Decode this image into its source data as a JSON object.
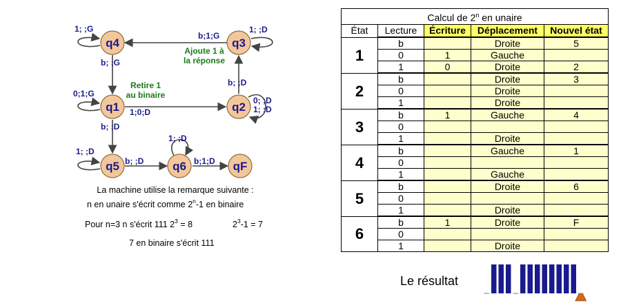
{
  "diagram": {
    "states": [
      "q4",
      "q3",
      "q1",
      "q2",
      "q5",
      "q6",
      "qF"
    ],
    "edges": {
      "q4_self": "1; ;G",
      "q3_self": "1; ;D",
      "q3_to_q4": "b;1;G",
      "q4_to_q1": "b; ;G",
      "q1_self": "0;1;G",
      "q1_to_q2": "1;0;D",
      "q2_self_line1": "0; ;D",
      "q2_self_line2": "1; ;D",
      "q2_to_q3": "b; ;D",
      "q1_to_q5": "b; ;D",
      "q5_self": "1; ;D",
      "q5_to_q6": "b; ;D",
      "q6_self": "1; ;D",
      "q6_to_qF": "b;1;D"
    },
    "notes": {
      "add_line1": "Ajoute 1 à",
      "add_line2": "la réponse",
      "sub_line1": "Retire 1",
      "sub_line2": "au binaire"
    },
    "explanation": {
      "line1": "La machine utilise la remarque suivante :",
      "line2_pre": "n en unaire s'écrit comme 2",
      "line2_sup": "n",
      "line2_post": "-1 en binaire",
      "line3_a": "Pour n=3   n s'écrit 111   2",
      "line3_sup1": "3",
      "line3_b": " = 8",
      "line3_c": "2",
      "line3_sup2": "3",
      "line3_d": "-1 = 7",
      "line4": "7 en binaire s'écrit   111"
    }
  },
  "table": {
    "title_pre": "Calcul de 2",
    "title_sup": "n",
    "title_post": " en unaire",
    "headers": [
      "État",
      "Lecture",
      "Écriture",
      "Déplacement",
      "Nouvel état"
    ],
    "groups": [
      {
        "state": "1",
        "rows": [
          {
            "lecture": "b",
            "ecriture": "",
            "deplacement": "Droite",
            "nouvel": "5"
          },
          {
            "lecture": "0",
            "ecriture": "1",
            "deplacement": "Gauche",
            "nouvel": ""
          },
          {
            "lecture": "1",
            "ecriture": "0",
            "deplacement": "Droite",
            "nouvel": "2"
          }
        ]
      },
      {
        "state": "2",
        "rows": [
          {
            "lecture": "b",
            "ecriture": "",
            "deplacement": "Droite",
            "nouvel": "3"
          },
          {
            "lecture": "0",
            "ecriture": "",
            "deplacement": "Droite",
            "nouvel": ""
          },
          {
            "lecture": "1",
            "ecriture": "",
            "deplacement": "Droite",
            "nouvel": ""
          }
        ]
      },
      {
        "state": "3",
        "rows": [
          {
            "lecture": "b",
            "ecriture": "1",
            "deplacement": "Gauche",
            "nouvel": "4"
          },
          {
            "lecture": "0",
            "ecriture": "",
            "deplacement": "",
            "nouvel": ""
          },
          {
            "lecture": "1",
            "ecriture": "",
            "deplacement": "Droite",
            "nouvel": ""
          }
        ]
      },
      {
        "state": "4",
        "rows": [
          {
            "lecture": "b",
            "ecriture": "",
            "deplacement": "Gauche",
            "nouvel": "1"
          },
          {
            "lecture": "0",
            "ecriture": "",
            "deplacement": "",
            "nouvel": ""
          },
          {
            "lecture": "1",
            "ecriture": "",
            "deplacement": "Gauche",
            "nouvel": ""
          }
        ]
      },
      {
        "state": "5",
        "rows": [
          {
            "lecture": "b",
            "ecriture": "",
            "deplacement": "Droite",
            "nouvel": "6"
          },
          {
            "lecture": "0",
            "ecriture": "",
            "deplacement": "",
            "nouvel": ""
          },
          {
            "lecture": "1",
            "ecriture": "",
            "deplacement": "Droite",
            "nouvel": ""
          }
        ]
      },
      {
        "state": "6",
        "rows": [
          {
            "lecture": "b",
            "ecriture": "1",
            "deplacement": "Droite",
            "nouvel": "F"
          },
          {
            "lecture": "0",
            "ecriture": "",
            "deplacement": "",
            "nouvel": ""
          },
          {
            "lecture": "1",
            "ecriture": "",
            "deplacement": "Droite",
            "nouvel": ""
          }
        ]
      }
    ]
  },
  "result": {
    "label": "Le résultat",
    "tape": [
      "",
      "1",
      "1",
      "1",
      "",
      "1",
      "1",
      "1",
      "1",
      "1",
      "1",
      "1",
      "1",
      ""
    ],
    "head_index": 13
  },
  "colors": {
    "state_fill": "#f4c79a",
    "state_stroke": "#8a6a3c",
    "edge_label": "#1a1a8c",
    "note": "#1a7a1a",
    "table_header_highlight": "#ffff66",
    "table_cell_highlight": "#ffffcc",
    "tape_mark": "#1a1a8c",
    "head": "#d2691e"
  }
}
